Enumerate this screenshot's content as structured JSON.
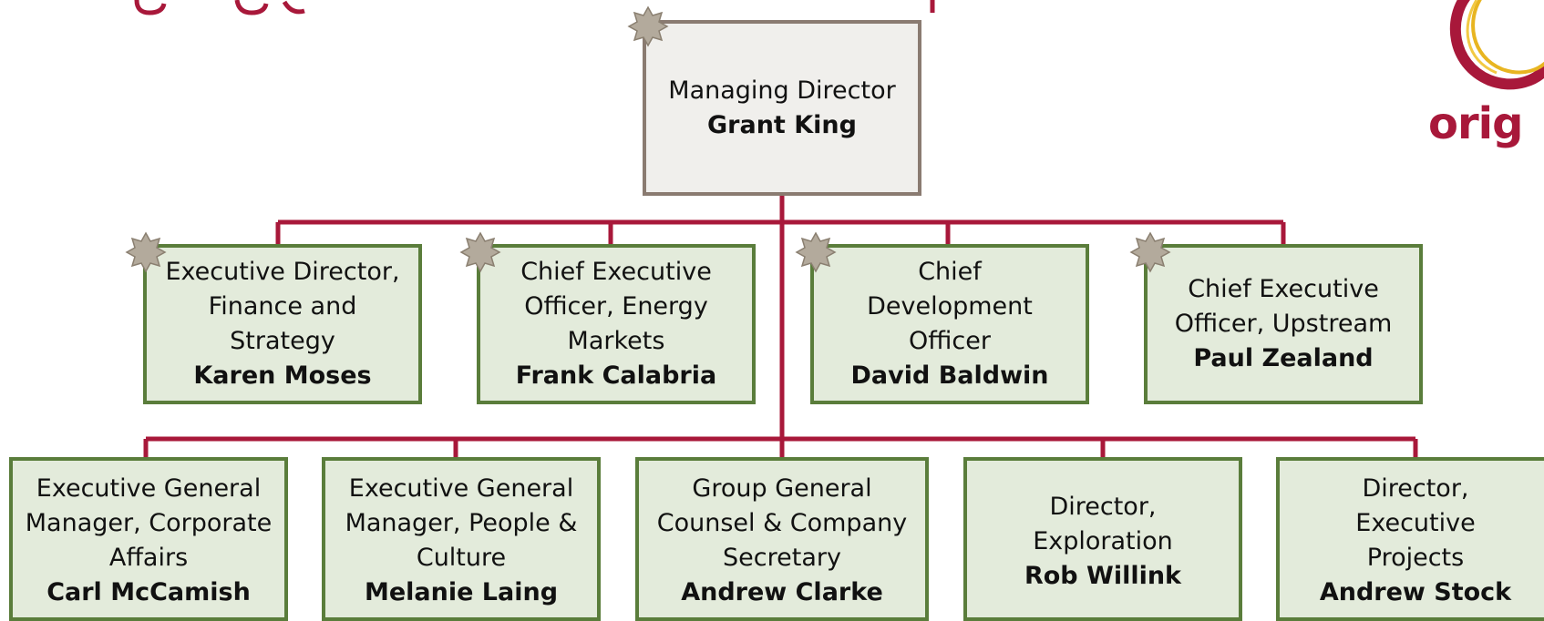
{
  "colors": {
    "connector": "#a8183a",
    "top_fill": "#f0efec",
    "top_border": "#8a7b71",
    "green_fill": "#e3ebdb",
    "green_border": "#5a7d3b",
    "star": "#b3aa9c"
  },
  "logo": {
    "icon": "origin-logo-icon",
    "text": "orig"
  },
  "nodes": {
    "managing_director": {
      "title": "Managing Director",
      "name": "Grant King",
      "star": true
    },
    "finance": {
      "title": "Executive Director, Finance and Strategy",
      "name": "Karen Moses",
      "star": true
    },
    "energy_markets": {
      "title": "Chief Executive Officer, Energy Markets",
      "name": "Frank Calabria",
      "star": true
    },
    "development": {
      "title": "Chief Development Officer",
      "name": "David Baldwin",
      "star": true
    },
    "upstream": {
      "title": "Chief Executive Officer, Upstream",
      "name": "Paul Zealand",
      "star": true
    },
    "corporate_affairs": {
      "title": "Executive General Manager, Corporate Affairs",
      "name": "Carl McCamish"
    },
    "people_culture": {
      "title": "Executive General Manager, People & Culture",
      "name": "Melanie Laing"
    },
    "general_counsel": {
      "title": "Group General Counsel & Company Secretary",
      "name": "Andrew Clarke"
    },
    "exploration": {
      "title": "Director, Exploration",
      "name": "Rob Willink"
    },
    "executive_projects": {
      "title": "Director, Executive Projects",
      "name": "Andrew Stock"
    }
  }
}
